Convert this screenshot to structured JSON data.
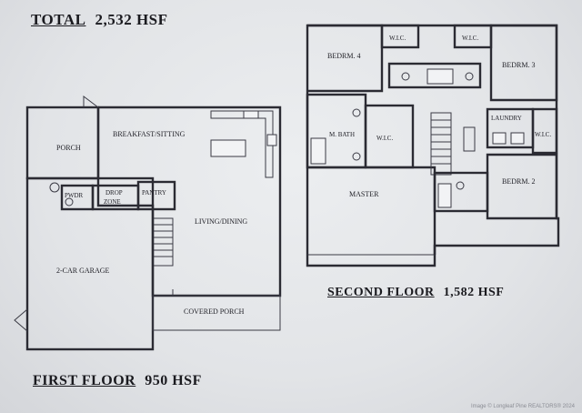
{
  "titles": {
    "total_label": "TOTAL",
    "total_value": "2,532 HSF",
    "second_label": "SECOND FLOOR",
    "second_value": "1,582 HSF",
    "first_label": "FIRST FLOOR",
    "first_value": "950 HSF"
  },
  "rooms": {
    "porch": "PORCH",
    "breakfast": "BREAKFAST/SITTING",
    "pwdr": "PWDR",
    "drop_zone_1": "DROP",
    "drop_zone_2": "ZONE",
    "pantry": "PANTRY",
    "living": "LIVING/DINING",
    "garage": "2-CAR GARAGE",
    "covered_porch": "COVERED PORCH",
    "bedrm4": "BEDRM. 4",
    "wic_a": "W.I.C.",
    "wic_b": "W.I.C.",
    "bedrm3": "BEDRM. 3",
    "laundry": "LAUNDRY",
    "wic_c": "W.I.C.",
    "mbath": "M. BATH",
    "wic_m": "W.I.C.",
    "bedrm2": "BEDRM. 2",
    "master": "MASTER"
  },
  "watermark": "Image © Longleaf Pine REALTORS® 2024"
}
